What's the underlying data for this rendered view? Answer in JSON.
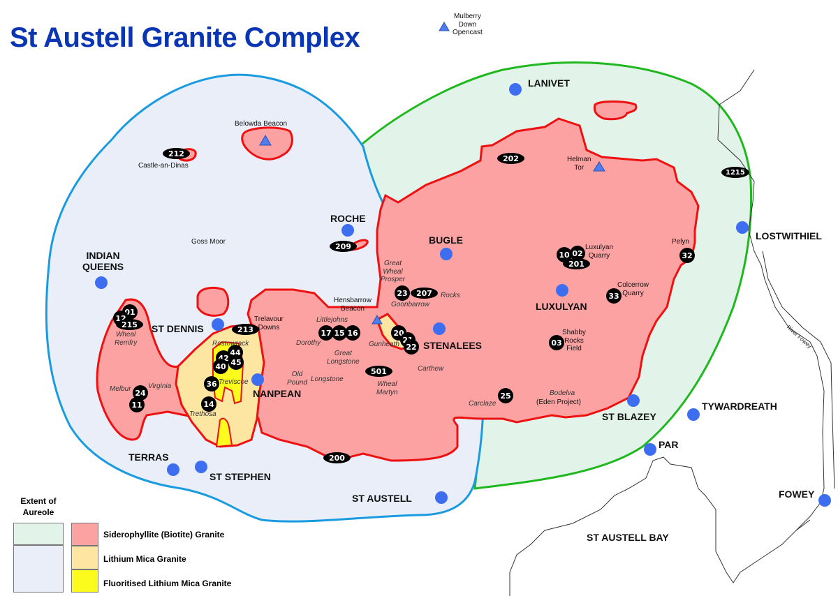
{
  "title": "St Austell Granite Complex",
  "colors": {
    "title": "#0a35b3",
    "aureole_green_fill": "#e2f4ea",
    "aureole_green_line": "#1fb81f",
    "aureole_blue_fill": "#e9eef9",
    "aureole_blue_line": "#1a9be0",
    "siderophyllite": "#fca2a2",
    "lithium_mica": "#fde6a2",
    "fluoritised": "#fbfb1e",
    "granite_border": "#ee1111",
    "town_dot": "#3e6ef0",
    "triangle": "#4d7ef0"
  },
  "towns": [
    {
      "id": "lanivet",
      "name": "LANIVET"
    },
    {
      "id": "roche",
      "name": "ROCHE"
    },
    {
      "id": "bugle",
      "name": "BUGLE"
    },
    {
      "id": "indian-queens",
      "name": "INDIAN QUEENS",
      "line1": "INDIAN",
      "line2": "QUEENS"
    },
    {
      "id": "st-dennis",
      "name": "ST DENNIS"
    },
    {
      "id": "nanpean",
      "name": "NANPEAN"
    },
    {
      "id": "stenalees",
      "name": "STENALEES"
    },
    {
      "id": "luxulyan",
      "name": "LUXULYAN"
    },
    {
      "id": "lostwithiel",
      "name": "LOSTWITHIEL"
    },
    {
      "id": "st-blazey",
      "name": "ST BLAZEY"
    },
    {
      "id": "tywardreath",
      "name": "TYWARDREATH"
    },
    {
      "id": "par",
      "name": "PAR"
    },
    {
      "id": "terras",
      "name": "TERRAS"
    },
    {
      "id": "st-stephen",
      "name": "ST STEPHEN"
    },
    {
      "id": "st-austell",
      "name": "ST AUSTELL"
    },
    {
      "id": "fowey",
      "name": "FOWEY"
    }
  ],
  "sea_label": "ST AUSTELL BAY",
  "river_label": "River Fowey",
  "peaks": [
    {
      "name": "Mulberry Down Opencast",
      "line1": "Mulberry",
      "line2": "Down",
      "line3": "Opencast"
    },
    {
      "name": "Belowda Beacon"
    },
    {
      "name": "Helman Tor",
      "line1": "Helman",
      "line2": "Tor"
    },
    {
      "name": "Hensbarrow Beacon",
      "line1": "Hensbarrow",
      "line2": "Beacon"
    }
  ],
  "places": {
    "castle_an_dinas": "Castle-an-Dinas",
    "goss_moor": "Goss Moor",
    "trelavour_1": "Trelavour",
    "trelavour_2": "Downs",
    "luxulyan_q1": "Luxulyan",
    "luxulyan_q2": "Quarry",
    "colcerrow_1": "Colcerrow",
    "colcerrow_2": "Quarry",
    "shabby_1": "Shabby",
    "shabby_2": "Rocks",
    "shabby_3": "Field",
    "pelyn": "Pelyn",
    "eden": "(Eden Project)"
  },
  "italic_places": {
    "gwp_1": "Great",
    "gwp_2": "Wheal",
    "gwp_3": "Prosper",
    "rocks": "Rocks",
    "goonbarrow": "Goonbarrow",
    "littlejohns": "Littlejohns",
    "dorothy": "Dorothy",
    "gl_1": "Great",
    "gl_2": "Longstone",
    "gunheath": "Gunheath",
    "carthew": "Carthew",
    "old_pound_1": "Old",
    "old_pound_2": "Pound",
    "longstone": "Longstone",
    "wm_1": "Wheal",
    "wm_2": "Martyn",
    "carclaze": "Carclaze",
    "bodelva": "Bodelva",
    "rostowrack": "Rostowrack",
    "treviscoe": "Treviscoe",
    "trethosa": "Trethosa",
    "wr_1": "Wheal",
    "wr_2": "Remfry",
    "melbur": "Melbur",
    "virginia": "Virginia"
  },
  "sites": {
    "s212": "212",
    "s209": "209",
    "s202": "202",
    "s1215": "1215",
    "s01": "01",
    "s12": "12",
    "s215": "215",
    "s213": "213",
    "s44": "44",
    "s42": "42",
    "s45": "45",
    "s40": "40",
    "s36": "36",
    "s14": "14",
    "s24": "24",
    "s11": "11",
    "s17": "17",
    "s15": "15",
    "s16": "16",
    "s23": "23",
    "s207": "207",
    "s20": "20",
    "s21": "21",
    "s22": "22",
    "s501": "501",
    "s200": "200",
    "s25": "25",
    "s10": "10",
    "s02": "02",
    "s201": "201",
    "s33": "33",
    "s03": "03",
    "s32": "32"
  },
  "legend": {
    "aureole_title_1": "Extent of",
    "aureole_title_2": "Aureole",
    "items": [
      {
        "label": "Siderophyllite (Biotite) Granite",
        "color": "#fca2a2"
      },
      {
        "label": "Lithium Mica Granite",
        "color": "#fde6a2"
      },
      {
        "label": "Fluoritised Lithium Mica Granite",
        "color": "#fbfb1e"
      }
    ]
  }
}
